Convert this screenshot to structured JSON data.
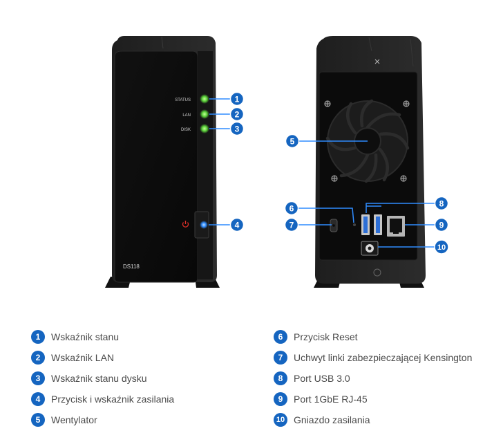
{
  "device": {
    "model": "DS118",
    "front_labels": [
      "STATUS",
      "LAN",
      "DISK"
    ]
  },
  "callouts": [
    "1",
    "2",
    "3",
    "4",
    "5",
    "6",
    "7",
    "8",
    "9",
    "10"
  ],
  "legend": {
    "items": [
      {
        "num": "1",
        "text": "Wskaźnik stanu"
      },
      {
        "num": "2",
        "text": "Wskaźnik LAN"
      },
      {
        "num": "3",
        "text": "Wskaźnik stanu dysku"
      },
      {
        "num": "4",
        "text": "Przycisk i wskaźnik zasilania"
      },
      {
        "num": "5",
        "text": "Wentylator"
      },
      {
        "num": "6",
        "text": "Przycisk Reset"
      },
      {
        "num": "7",
        "text": "Uchwyt linki zabezpieczającej Kensington"
      },
      {
        "num": "8",
        "text": "Port USB 3.0"
      },
      {
        "num": "9",
        "text": "Port 1GbE RJ-45"
      },
      {
        "num": "10",
        "text": "Gniazdo zasilania"
      }
    ]
  },
  "colors": {
    "badge": "#1565c0",
    "led_green": "#5bd33a",
    "led_blue": "#2f8cff",
    "power_red": "#e0302a",
    "usb_blue": "#2d6fd6"
  }
}
